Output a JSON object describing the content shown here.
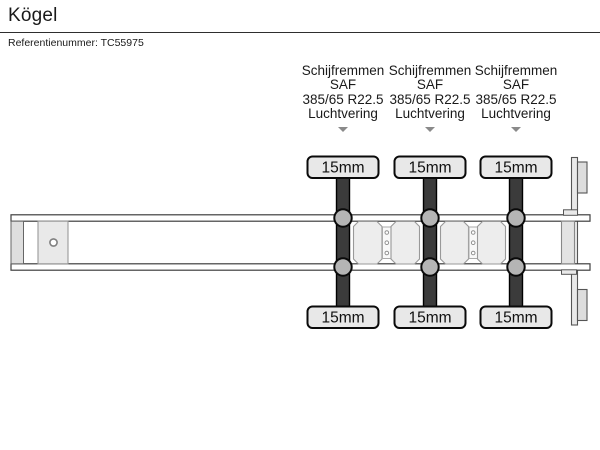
{
  "header": {
    "brand": "Kögel",
    "reference": "Referentienummer: TC55975"
  },
  "axle_columns": [
    {
      "lines": [
        "Schijfremmen",
        "SAF",
        "385/65 R22.5",
        "Luchtvering"
      ],
      "top_measurement": "15mm",
      "bottom_measurement": "15mm"
    },
    {
      "lines": [
        "Schijfremmen",
        "SAF",
        "385/65 R22.5",
        "Luchtvering"
      ],
      "top_measurement": "15mm",
      "bottom_measurement": "15mm"
    },
    {
      "lines": [
        "Schijfremmen",
        "SAF",
        "385/65 R22.5",
        "Luchtvering"
      ],
      "top_measurement": "15mm",
      "bottom_measurement": "15mm"
    }
  ],
  "colors": {
    "axle_bar": "#3b3b3b",
    "hub_gray": "#b5b5b5",
    "measurement_box_fill": "#e8e8e8",
    "arrow_gray": "#8a8a8a",
    "rail_outline": "#3f3f3f"
  }
}
